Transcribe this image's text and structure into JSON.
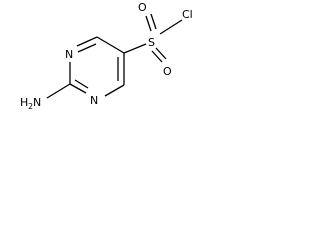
{
  "molecule": {
    "name": "2-aminopyrimidine-5-sulfonyl chloride",
    "atoms": {
      "n_top": "N",
      "n_bottom": "N",
      "sulfur": "S",
      "o_top": "O",
      "o_bottom": "O",
      "chlorine": "Cl",
      "amine_h": "H",
      "amine_sub": "2",
      "amine_n": "N"
    }
  }
}
